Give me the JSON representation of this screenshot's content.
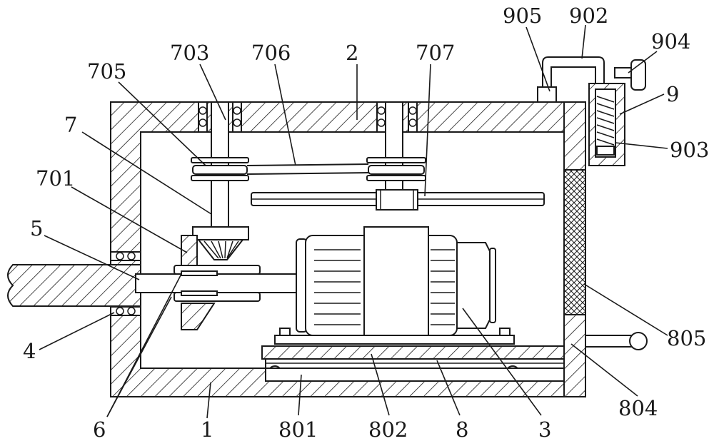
{
  "labels": {
    "l905": "905",
    "l902": "902",
    "l904": "904",
    "l9": "9",
    "l903": "903",
    "l703": "703",
    "l706": "706",
    "l2": "2",
    "l707": "707",
    "l705": "705",
    "l7": "7",
    "l701": "701",
    "l5": "5",
    "l4": "4",
    "l6": "6",
    "l1": "1",
    "l801": "801",
    "l802": "802",
    "l8": "8",
    "l3": "3",
    "l805": "805",
    "l804": "804"
  }
}
